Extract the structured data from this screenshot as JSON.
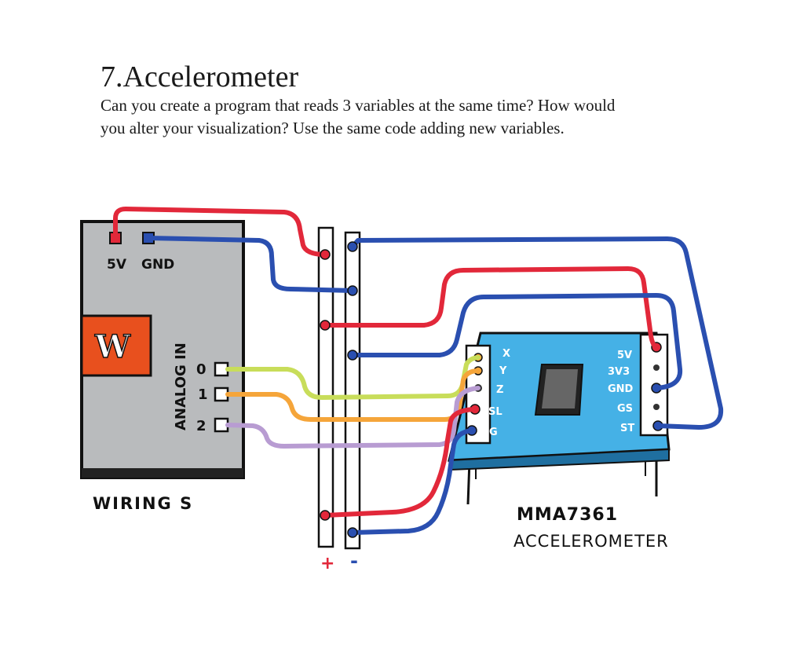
{
  "title": "7.Accelerometer",
  "paragraph_line1": "Can you create a program that reads 3 variables at the same time? How would",
  "paragraph_line2": "you alter your visualization? Use the same code adding new variables.",
  "board": {
    "label_5v": "5V",
    "label_gnd": "GND",
    "logo_letter": "W",
    "analog_label": "ANALOG IN",
    "pin0": "0",
    "pin1": "1",
    "pin2": "2",
    "name": "WIRING S"
  },
  "rail": {
    "plus": "+",
    "minus": "-"
  },
  "sensor": {
    "left_x": "X",
    "left_y": "Y",
    "left_z": "Z",
    "left_sl": "SL",
    "left_0g": "0G",
    "right_5v": "5V",
    "right_3v3": "3V3",
    "right_gnd": "GND",
    "right_gs": "GS",
    "right_st": "ST",
    "model": "MMA7361",
    "name": "ACCELEROMETER"
  },
  "colors": {
    "red": "#e2283a",
    "blue": "#2a4fb0",
    "yellow_green": "#c8dd5a",
    "orange": "#f5a53a",
    "purple": "#b89cd2",
    "board_grey": "#b9bbbd",
    "logo_orange": "#e8501e",
    "sensor_blue": "#45b1e6"
  },
  "icons": [
    "wiring-logo-icon",
    "chip-icon"
  ]
}
